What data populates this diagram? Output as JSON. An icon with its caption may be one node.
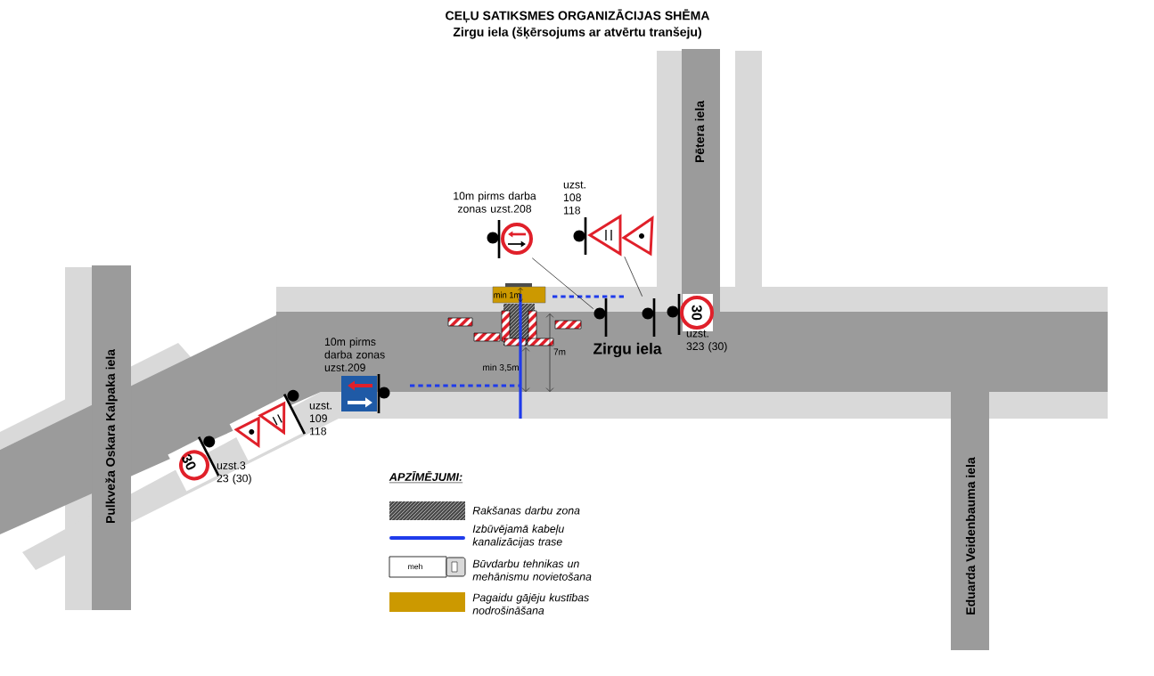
{
  "diagram": {
    "title": "CEĻU SATIKSMES ORGANIZĀCIJAS SHĒMA",
    "nodes": [
      {
        "text": [],
        "shape": "circle",
        "beside": [
          "10m pirms darba zonas uzst.208"
        ]
      },
      {
        "text": [],
        "shape": "triangle",
        "beside": [
          "uzst. 108 118"
        ]
      },
      {
        "text": [],
        "shape": "bar"
      },
      {
        "text": [],
        "shape": "bar"
      },
      {
        "text": [
          "30"
        ],
        "beside": [
          "uzst. 323 (30)"
        ]
      },
      {
        "text": [],
        "shape": "box",
        "beside": [
          "10m pirms darba zonas uzst.209"
        ]
      },
      {
        "text": [],
        "shape": "triangle",
        "beside": [
          "uzst. 109 118"
        ]
      },
      {
        "text": [
          "30"
        ],
        "beside": [
          "uzst.3 23 (30)"
        ]
      }
    ],
    "edges": [
      {
        "from": 0,
        "to": 2,
        "arrow": "none"
      },
      {
        "from": 1,
        "to": 3,
        "arrow": "none"
      }
    ],
    "labels": [
      "Zirgu iela (šķērsojums ar atvērtu tranšeju)",
      "Pētera iela",
      "min 1m",
      "Zirgu iela",
      "7m",
      "min 3,5m",
      "Pulkveža Oskara Kalpaka iela",
      "APZĪMĒJUMI:",
      "meh",
      "Eduarda Veidenbauma iela"
    ],
    "legend": [
      {
        "text": "Rakšanas darbu zona"
      },
      {
        "text": "Izbūvējamā kabeļu kanalizācijas trase"
      },
      {
        "text": "Būvdarbu tehnikas un mehānismu novietošana"
      },
      {
        "text": "Pagaidu gājēju kustības nodrošināšana",
        "color": "#cc9900"
      }
    ]
  }
}
